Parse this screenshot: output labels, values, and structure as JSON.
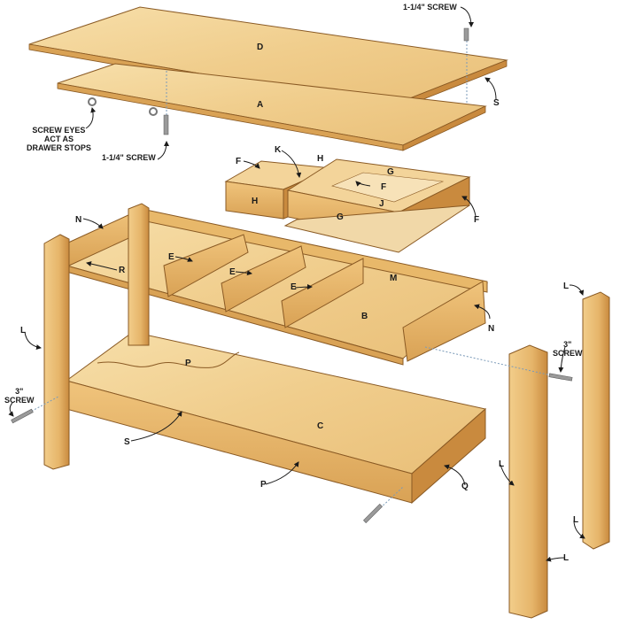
{
  "diagram": {
    "subject": "Exploded view of a workbench",
    "colors": {
      "wood_light": "#f3d49a",
      "wood_mid": "#e8b86a",
      "wood_dark": "#c98a3e",
      "edge": "#8a5a24",
      "leader": "#1a1a1a",
      "dashed_guide": "#7a9ab8",
      "screw": "#9a9a9a"
    },
    "part_labels": {
      "D": "D",
      "A": "A",
      "S_top": "S",
      "S_bottom": "S",
      "K": "K",
      "H_back": "H",
      "H_front": "H",
      "F_left": "F",
      "F_inner": "F",
      "F_right": "F",
      "G_back": "G",
      "G_front": "G",
      "J": "J",
      "N_left": "N",
      "N_right": "N",
      "R": "R",
      "E_1": "E",
      "E_2": "E",
      "E_3": "E",
      "M": "M",
      "B": "B",
      "L_left": "L",
      "L_right_top": "L",
      "L_front_leg": "L",
      "L_front_leg_side": "L",
      "L_rear_leg_bottom": "L",
      "P_cutout": "P",
      "P_front": "P",
      "C": "C",
      "Q": "Q"
    },
    "notes": {
      "screw_top_right": "1-1/4\" SCREW",
      "screw_top_left": "1-1/4\" SCREW",
      "screw_eyes_line1": "SCREW EYES",
      "screw_eyes_line2": "ACT AS",
      "screw_eyes_line3": "DRAWER STOPS",
      "screw_3in_left_line1": "3\"",
      "screw_3in_left_line2": "SCREW",
      "screw_3in_right_line1": "3\"",
      "screw_3in_right_line2": "SCREW"
    }
  }
}
